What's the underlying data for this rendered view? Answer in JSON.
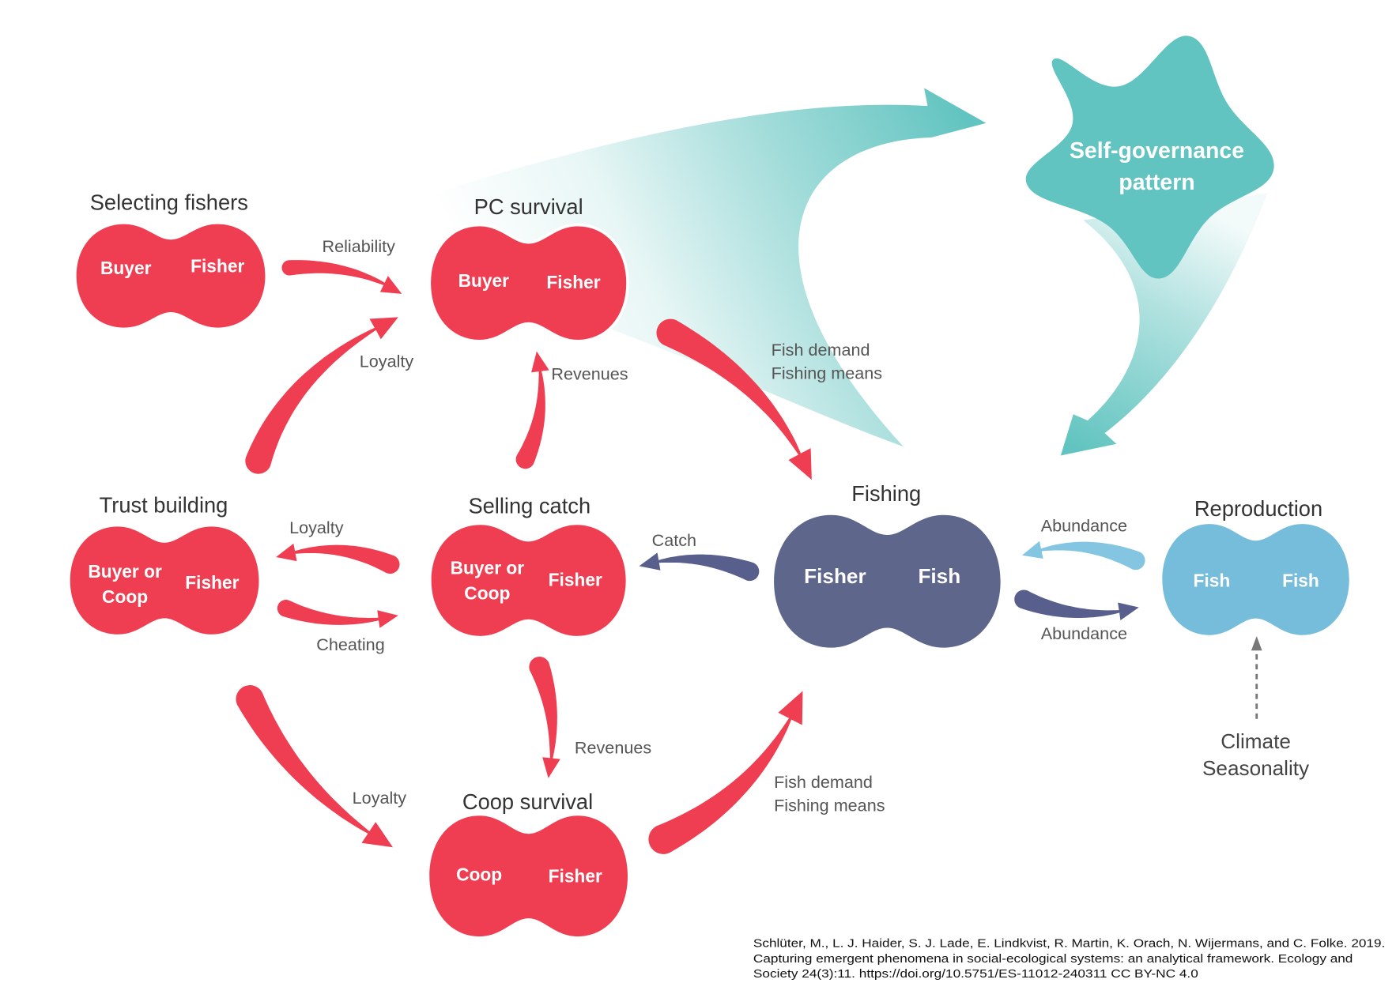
{
  "colors": {
    "social_node": "#ef3e51",
    "fishing_node": "#5f668b",
    "fish_node": "#76bddb",
    "governance": "#62c4c0",
    "social_arrow": "#ef3e51",
    "catch_arrow": "#585f8d",
    "abundance_arrow_light": "#84c6e2",
    "climate_arrow": "#777777"
  },
  "nodes": {
    "selecting_fishers": {
      "title": "Selecting fishers",
      "left": "Buyer",
      "right": "Fisher"
    },
    "pc_survival": {
      "title": "PC survival",
      "left": "Buyer",
      "right": "Fisher"
    },
    "trust_building": {
      "title": "Trust building",
      "left": [
        "Buyer or",
        "Coop"
      ],
      "right": "Fisher"
    },
    "selling_catch": {
      "title": "Selling catch",
      "left": [
        "Buyer or",
        "Coop"
      ],
      "right": "Fisher"
    },
    "fishing": {
      "title": "Fishing",
      "left": "Fisher",
      "right": "Fish"
    },
    "reproduction": {
      "title": "Reproduction",
      "left": "Fish",
      "right": "Fish"
    },
    "coop_survival": {
      "title": "Coop survival",
      "left": "Coop",
      "right": "Fisher"
    }
  },
  "self_governance": {
    "lines": [
      "Self-governance",
      "pattern"
    ]
  },
  "arrow_labels": {
    "reliability": "Reliability",
    "loyalty_trust_to_pc": "Loyalty",
    "revenues_selling_to_pc": "Revenues",
    "fish_demand_pc_to_fishing": [
      "Fish demand",
      "Fishing means"
    ],
    "loyalty_selling_to_trust": "Loyalty",
    "cheating_trust_to_selling": "Cheating",
    "catch_fishing_to_selling": "Catch",
    "abundance_reproduction_to_fishing": "Abundance",
    "abundance_fishing_to_reproduction": "Abundance",
    "revenues_selling_to_coop": "Revenues",
    "loyalty_trust_to_coop": "Loyalty",
    "fish_demand_coop_to_fishing": [
      "Fish demand",
      "Fishing means"
    ]
  },
  "climate": {
    "lines": [
      "Climate",
      "Seasonality"
    ]
  },
  "citation": {
    "lines": [
      "Schlüter, M., L. J. Haider, S. J. Lade, E. Lindkvist, R. Martin, K. Orach, N. Wijermans, and C. Folke. 2019.",
      "Capturing emergent phenomena in social-ecological systems: an analytical framework. Ecology and",
      "Society 24(3):11. https://doi.org/10.5751/ES-11012-240311 CC BY-NC 4.0"
    ]
  }
}
